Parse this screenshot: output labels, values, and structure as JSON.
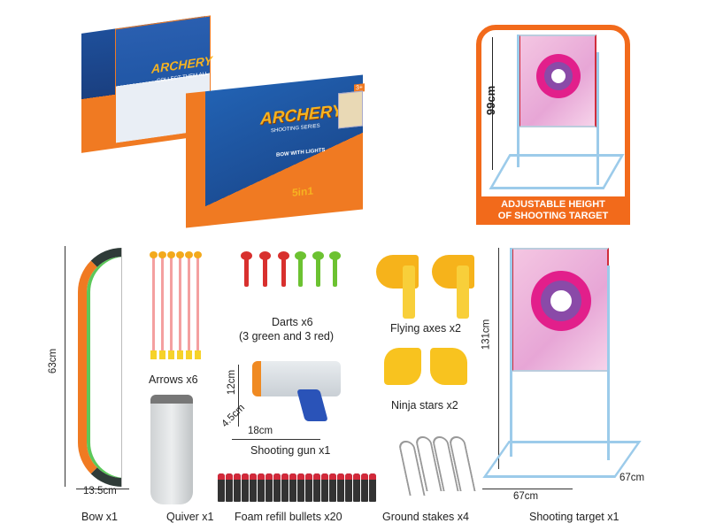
{
  "packaging": {
    "brand_logo": "ARCHERY",
    "series": "SHOOTING SERIES",
    "badge": "5in1",
    "feature": "BOW WITH LIGHTS",
    "collect": "COLLECT THEM ALL",
    "age": "3+"
  },
  "callout": {
    "height_label": "99cm",
    "caption_line1": "ADJUSTABLE HEIGHT",
    "caption_line2": "OF SHOOTING TARGET",
    "accent_color": "#f26a1b"
  },
  "items": {
    "bow": {
      "label": "Bow x1",
      "height": "63cm",
      "width": "13.5cm"
    },
    "arrows": {
      "label": "Arrows x6"
    },
    "quiver": {
      "label": "Quiver x1"
    },
    "darts": {
      "label_line1": "Darts x6",
      "label_line2": "(3 green and 3 red)"
    },
    "gun": {
      "label": "Shooting gun x1",
      "height": "12cm",
      "depth": "4.5cm",
      "width": "18cm"
    },
    "bullets": {
      "label": "Foam refill bullets x20"
    },
    "axes": {
      "label": "Flying axes x2"
    },
    "stars": {
      "label": "Ninja stars x2"
    },
    "stakes": {
      "label": "Ground stakes x4"
    },
    "target": {
      "label": "Shooting target x1",
      "height": "131cm",
      "width": "67cm",
      "depth": "67cm"
    }
  }
}
